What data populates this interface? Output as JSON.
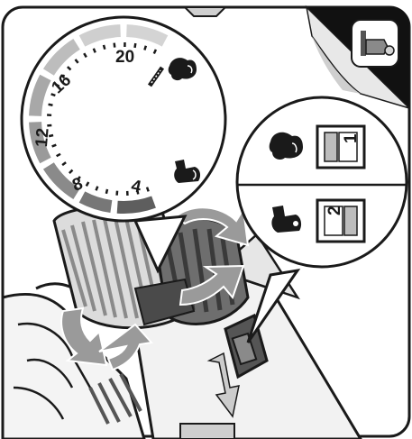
{
  "illustration": {
    "subject": "drill-torque-and-gear-selection",
    "icons": {
      "corner_icon": "wall-anchor-icon",
      "gear1_icon": "rabbit-icon",
      "gear2_icon": "turtle-icon",
      "dial_rabbit_icon": "rabbit-icon",
      "dial_turtle_icon": "turtle-icon"
    }
  },
  "torque_dial": {
    "numbers": [
      "20",
      "16",
      "12",
      "8",
      "4"
    ]
  },
  "gear_selector": {
    "gear1": {
      "label": "1",
      "speed_icon": "rabbit-icon"
    },
    "gear2": {
      "label": "2",
      "speed_icon": "turtle-icon"
    }
  },
  "colors": {
    "outline": "#1a1a1a",
    "dark_gray": "#555555",
    "mid_gray": "#8a8a8a",
    "light_gray": "#d4d4d4",
    "corner_black": "#111111"
  }
}
